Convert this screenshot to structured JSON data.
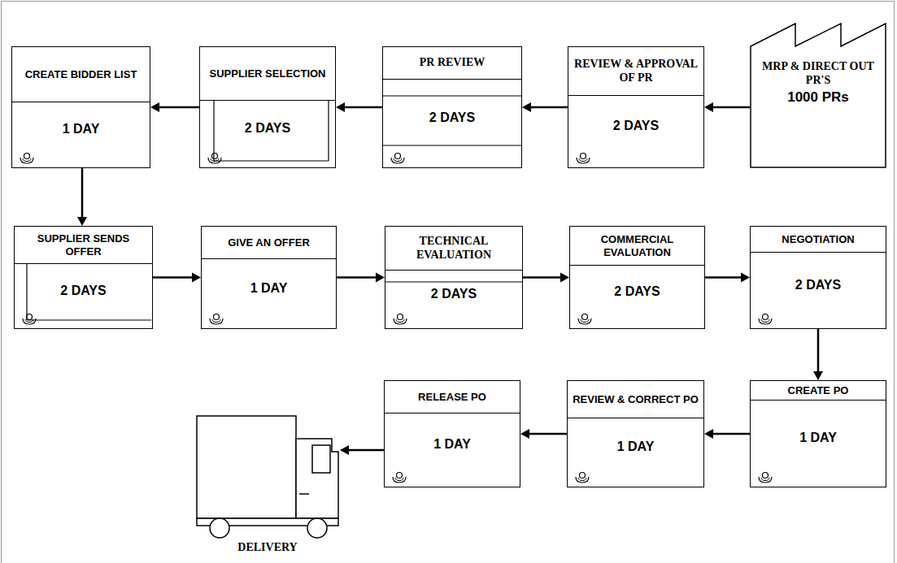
{
  "diagram": {
    "nodes": [
      {
        "text": [
          "MRP & DIRECT OUT PR'S",
          "1000 PRs"
        ]
      },
      {
        "text": [
          "REVIEW & APPROVAL OF PR",
          "2 DAYS"
        ]
      },
      {
        "text": [
          "PR REVIEW",
          "2 DAYS"
        ]
      },
      {
        "text": [
          "SUPPLIER SELECTION",
          "2 DAYS"
        ]
      },
      {
        "text": [
          "CREATE BIDDER LIST",
          "1 DAY"
        ]
      },
      {
        "text": [
          "SUPPLIER SENDS OFFER",
          "2 DAYS"
        ]
      },
      {
        "text": [
          "GIVE AN OFFER",
          "1 DAY"
        ]
      },
      {
        "text": [
          "TECHNICAL EVALUATION",
          "2 DAYS"
        ]
      },
      {
        "text": [
          "COMMERCIAL EVALUATION",
          "2 DAYS"
        ]
      },
      {
        "text": [
          "NEGOTIATION",
          "2 DAYS"
        ]
      },
      {
        "text": [
          "CREATE PO",
          "1 DAY"
        ]
      },
      {
        "text": [
          "REVIEW & CORRECT PO",
          "1 DAY"
        ]
      },
      {
        "text": [
          "RELEASE PO",
          "1 DAY"
        ]
      },
      {
        "text": [
          "DELIVERY"
        ]
      }
    ],
    "edges": [
      {
        "from": 0,
        "to": 1,
        "arrow": "to"
      },
      {
        "from": 1,
        "to": 2,
        "arrow": "to"
      },
      {
        "from": 2,
        "to": 3,
        "arrow": "to"
      },
      {
        "from": 3,
        "to": 4,
        "arrow": "to"
      },
      {
        "from": 4,
        "to": 5,
        "arrow": "to"
      },
      {
        "from": 5,
        "to": 6,
        "arrow": "to"
      },
      {
        "from": 6,
        "to": 7,
        "arrow": "to"
      },
      {
        "from": 7,
        "to": 8,
        "arrow": "to"
      },
      {
        "from": 8,
        "to": 9,
        "arrow": "to"
      },
      {
        "from": 9,
        "to": 10,
        "arrow": "to"
      },
      {
        "from": 10,
        "to": 11,
        "arrow": "to"
      },
      {
        "from": 11,
        "to": 12,
        "arrow": "to"
      },
      {
        "from": 12,
        "to": 13,
        "arrow": "to"
      }
    ]
  }
}
